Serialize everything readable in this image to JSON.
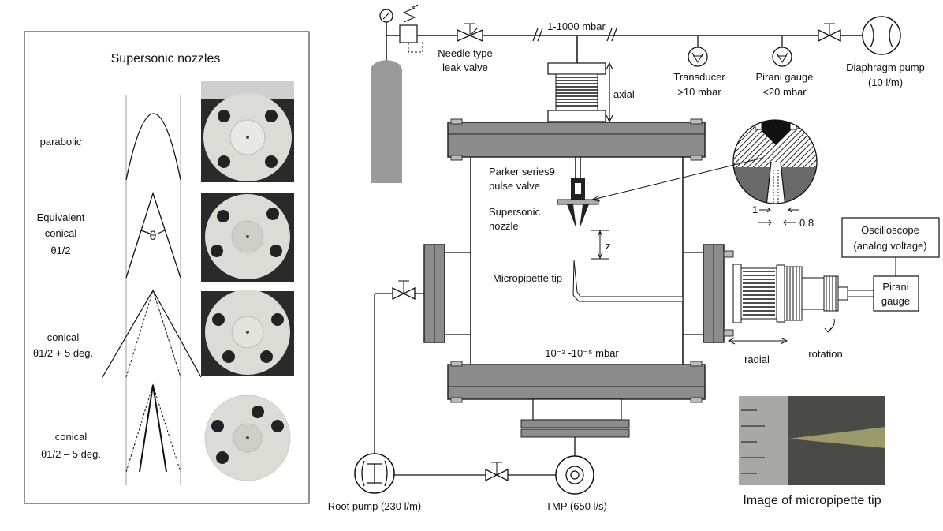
{
  "left_panel": {
    "title": "Supersonic nozzles",
    "rows": [
      {
        "line1": "parabolic",
        "line2": "",
        "line3": ""
      },
      {
        "line1": "Equivalent",
        "line2": "conical",
        "line3": "θ1/2"
      },
      {
        "line1": "conical",
        "line2": "θ1/2 + 5 deg.",
        "line3": ""
      },
      {
        "line1": "conical",
        "line2": "θ1/2 – 5 deg.",
        "line3": ""
      }
    ],
    "theta_label": "θ"
  },
  "diagram": {
    "pressure_line": "1-1000 mbar",
    "needle_valve_1": "Needle type",
    "needle_valve_2": "leak valve",
    "transducer_1": "Transducer",
    "transducer_2": ">10 mbar",
    "pirani_top_1": "Pirani gauge",
    "pirani_top_2": "<20 mbar",
    "diaphragm_1": "Diaphragm pump",
    "diaphragm_2": "(10 l/m)",
    "axial": "axial",
    "parker_1": "Parker series9",
    "parker_2": "pulse valve",
    "nozzle_1": "Supersonic",
    "nozzle_2": "nozzle",
    "z": "z",
    "micropipette": "Micropipette tip",
    "chamber_pressure": "10⁻² -10⁻⁵ mbar",
    "radial": "radial",
    "rotation": "rotation",
    "oscilloscope_1": "Oscilloscope",
    "oscilloscope_2": "(analog voltage)",
    "pirani_right_1": "Pirani",
    "pirani_right_2": "gauge",
    "dim_1": "1",
    "dim_08": "0.8",
    "root_pump": "Root pump (230 l/m)",
    "tmp": "TMP (650 l/s)",
    "micropipette_image_caption": "Image of micropipette tip"
  },
  "colors": {
    "flange": "#8c8c8c",
    "cylinder": "#9a9a9a",
    "photo_bg": "#2a2a2a",
    "nozzle_disc": "#dcdcd6"
  }
}
